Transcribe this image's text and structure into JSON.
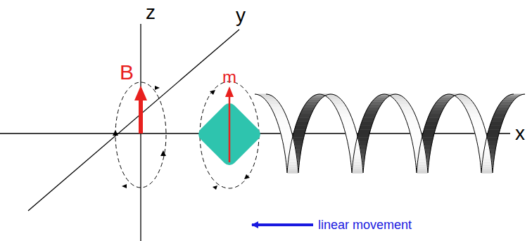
{
  "diagram": {
    "nodes": [
      {
        "text": [
          "m"
        ]
      }
    ],
    "labels": [
      "z",
      "y",
      "x",
      "B",
      "linear movement"
    ]
  }
}
